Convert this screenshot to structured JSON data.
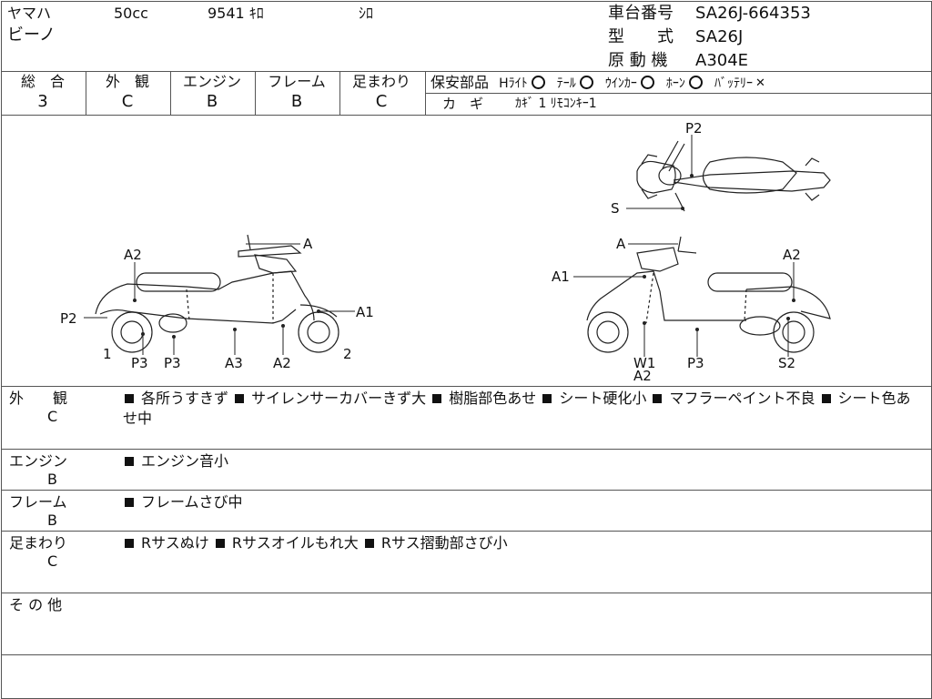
{
  "header": {
    "maker": "ヤマハ",
    "displacement": "50cc",
    "mileage": "9541 ｷﾛ",
    "color": "ｼﾛ",
    "model_name": "ビーノ",
    "frame_no_label": "車台番号",
    "frame_no": "SA26J-664353",
    "type_label": "型　　式",
    "type": "SA26J",
    "engine_label": "原 動 機",
    "engine": "A304E"
  },
  "grades": [
    {
      "label": "総　合",
      "value": "3"
    },
    {
      "label": "外　観",
      "value": "C"
    },
    {
      "label": "エンジン",
      "value": "B"
    },
    {
      "label": "フレーム",
      "value": "B"
    },
    {
      "label": "足まわり",
      "value": "C"
    }
  ],
  "safety": {
    "label": "保安部品",
    "items": [
      {
        "name": "Hﾗｲﾄ",
        "mark": "circle"
      },
      {
        "name": "ﾃｰﾙ",
        "mark": "circle"
      },
      {
        "name": "ｳｲﾝｶｰ",
        "mark": "circle"
      },
      {
        "name": "ﾎｰﾝ",
        "mark": "circle"
      },
      {
        "name": "ﾊﾞｯﾃﾘｰ",
        "mark": "cross"
      }
    ],
    "key_label": "カ　ギ",
    "key_value": "ｶｷﾞ 1 ﾘﾓｺﾝｷｰ1"
  },
  "diagram_labels": {
    "top": [
      "P2",
      "S"
    ],
    "left": [
      "A2",
      "A",
      "A1",
      "P2",
      "1",
      "P3",
      "P3",
      "A3",
      "A2",
      "2"
    ],
    "right": [
      "A",
      "A1",
      "A2",
      "W1",
      "A2",
      "P3",
      "S2"
    ]
  },
  "sections": [
    {
      "title": "外　　観",
      "grade": "C",
      "items": [
        "各所うすきず",
        "サイレンサーカバーきず大",
        "樹脂部色あせ",
        "シート硬化小",
        "マフラーペイント不良",
        "シート色あせ中"
      ]
    },
    {
      "title": "エンジン",
      "grade": "B",
      "items": [
        "エンジン音小"
      ]
    },
    {
      "title": "フレーム",
      "grade": "B",
      "items": [
        "フレームさび中"
      ]
    },
    {
      "title": "足まわり",
      "grade": "C",
      "items": [
        "Rサスぬけ",
        "Rサスオイルもれ大",
        "Rサス摺動部さび小"
      ]
    },
    {
      "title": "そ の 他",
      "grade": "",
      "items": []
    }
  ]
}
